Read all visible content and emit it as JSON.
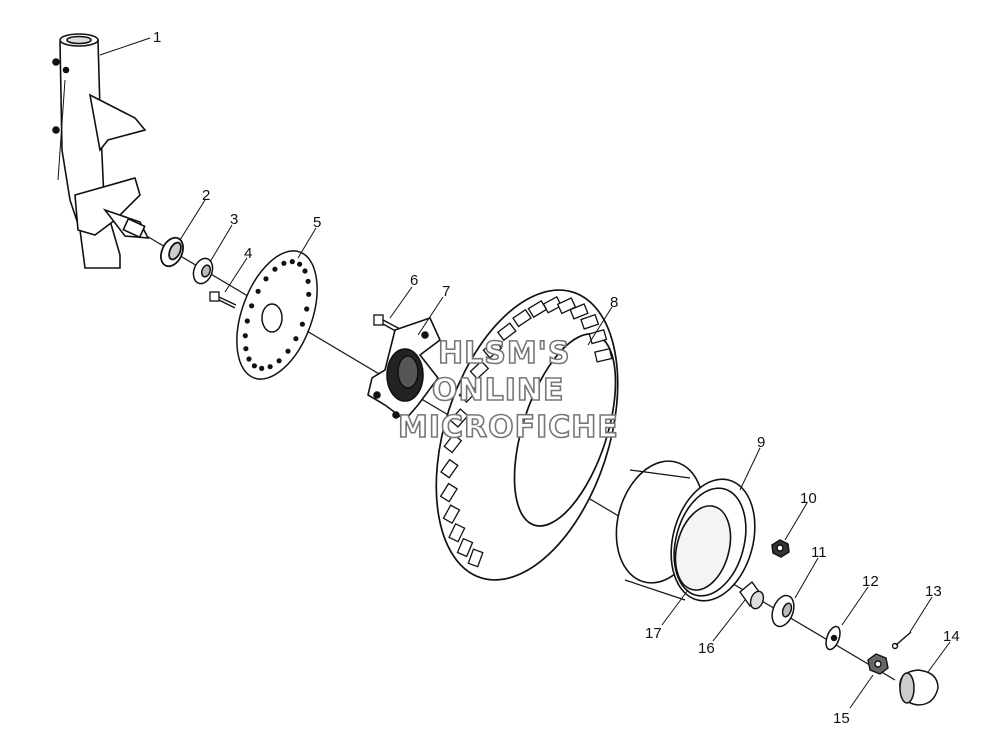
{
  "callouts": [
    {
      "n": "1"
    },
    {
      "n": "2"
    },
    {
      "n": "3"
    },
    {
      "n": "4"
    },
    {
      "n": "5"
    },
    {
      "n": "6"
    },
    {
      "n": "7"
    },
    {
      "n": "8"
    },
    {
      "n": "9"
    },
    {
      "n": "10"
    },
    {
      "n": "11"
    },
    {
      "n": "12"
    },
    {
      "n": "13"
    },
    {
      "n": "14"
    },
    {
      "n": "15"
    },
    {
      "n": "16"
    },
    {
      "n": "17"
    }
  ],
  "watermark": {
    "line1": "HLSM'S",
    "line2": "ONLINE",
    "line3": "MICROFICHE"
  }
}
